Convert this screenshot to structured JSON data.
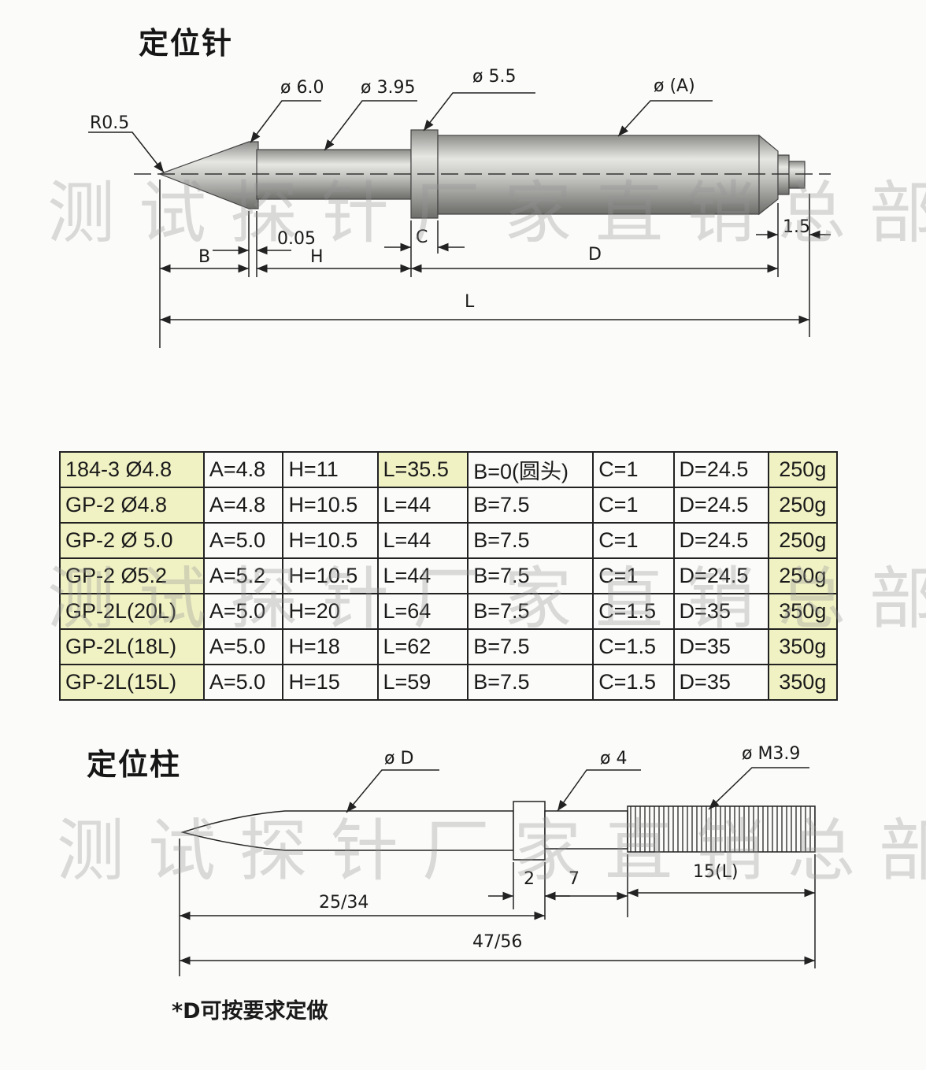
{
  "pin": {
    "title": "定位针",
    "labels": {
      "r": "R0.5",
      "phi60": "ø 6.0",
      "phi395": "ø 3.95",
      "phi55": "ø 5.5",
      "phiA": "ø (A)",
      "b": "B",
      "gap": "0.05",
      "h": "H",
      "c": "C",
      "d": "D",
      "tail": "1.5",
      "l": "L"
    }
  },
  "table": {
    "rows": [
      {
        "model": "184-3 Ø4.8",
        "a": "A=4.8",
        "h": "H=11",
        "l": "L=35.5",
        "b": "B=0(圆头)",
        "c": "C=1",
        "d": "D=24.5",
        "w": "250g"
      },
      {
        "model": "GP-2  Ø4.8",
        "a": "A=4.8",
        "h": "H=10.5",
        "l": "L=44",
        "b": "B=7.5",
        "c": "C=1",
        "d": "D=24.5",
        "w": "250g"
      },
      {
        "model": "GP-2  Ø 5.0",
        "a": "A=5.0",
        "h": "H=10.5",
        "l": "L=44",
        "b": "B=7.5",
        "c": "C=1",
        "d": "D=24.5",
        "w": "250g"
      },
      {
        "model": "GP-2  Ø5.2",
        "a": "A=5.2",
        "h": "H=10.5",
        "l": "L=44",
        "b": "B=7.5",
        "c": "C=1",
        "d": "D=24.5",
        "w": "250g"
      },
      {
        "model": "GP-2L(20L)",
        "a": "A=5.0",
        "h": "H=20",
        "l": "L=64",
        "b": "B=7.5",
        "c": "C=1.5",
        "d": "D=35",
        "w": "350g"
      },
      {
        "model": "GP-2L(18L)",
        "a": "A=5.0",
        "h": "H=18",
        "l": "L=62",
        "b": "B=7.5",
        "c": "C=1.5",
        "d": "D=35",
        "w": "350g"
      },
      {
        "model": "GP-2L(15L)",
        "a": "A=5.0",
        "h": "H=15",
        "l": "L=59",
        "b": "B=7.5",
        "c": "C=1.5",
        "d": "D=35",
        "w": "350g"
      }
    ]
  },
  "post": {
    "title": "定位柱",
    "labels": {
      "phiD": "ø D",
      "phi4": "ø 4",
      "phiM": "ø M3.9",
      "seg2": "2",
      "seg7": "7",
      "thread": "15(L)",
      "front": "25/34",
      "total": "47/56"
    },
    "note": "*D可按要求定做"
  },
  "watermark": "测试探针厂家直销总部",
  "colors": {
    "highlight": "#f1f2c4",
    "metal": "#b9b9b6"
  }
}
